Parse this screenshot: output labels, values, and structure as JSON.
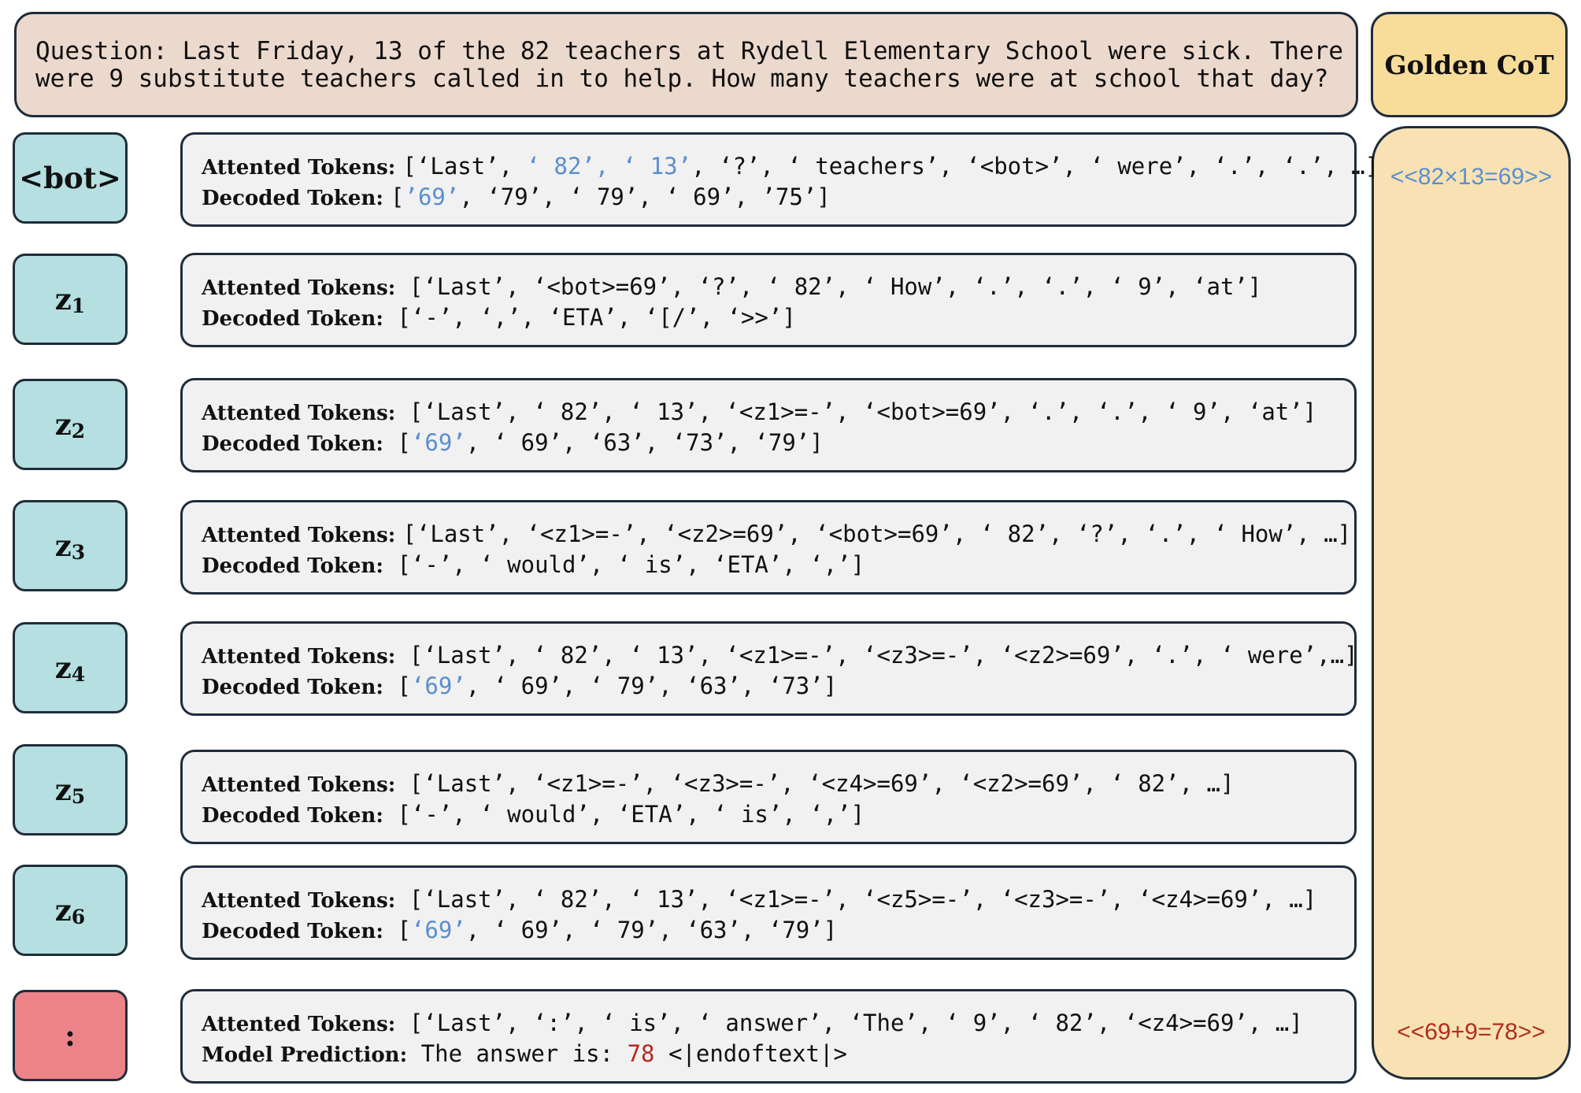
{
  "question": {
    "line1": "Question: Last Friday, 13 of the 82 teachers at Rydell Elementary School were sick. There",
    "line2": "were 9 substitute teachers called in to help. How many teachers were at school that day?"
  },
  "golden_cot": {
    "title": "Golden CoT",
    "step1": "<<82×13=69>>",
    "step2": "<<69+9=78>>"
  },
  "labels": {
    "attended": "Attented Tokens",
    "decoded": "Decoded Token",
    "prediction": "Model Prediction:"
  },
  "colors": {
    "highlight_blue": "#5b8fce",
    "highlight_red": "#b32b1e"
  },
  "rows": [
    {
      "node": {
        "base": "<bot>",
        "sub": ""
      },
      "attended_pre": "[‘Last’, ",
      "attended_hl": "‘ 82’, ‘ 13’",
      "attended_post": ", ‘?’, ‘ teachers’, ‘<bot>’, ‘ were’, ‘.’, ‘.’, …]",
      "decoded_pre": "[",
      "decoded_hl": "’69’",
      "decoded_post": ", ‘79’, ‘ 79’, ‘ 69’, ’75’]"
    },
    {
      "node": {
        "base": "z",
        "sub": "1"
      },
      "attended_pre": "[‘Last’, ‘<bot>=69’, ‘?’, ‘ 82’, ‘ How’, ‘.’, ‘.’, ‘ 9’, ‘at’]",
      "attended_hl": "",
      "attended_post": "",
      "decoded_pre": "[‘-’, ‘,’, ‘ETA’, ‘[/’, ‘>>’]",
      "decoded_hl": "",
      "decoded_post": ""
    },
    {
      "node": {
        "base": "z",
        "sub": "2"
      },
      "attended_pre": "[‘Last’, ‘ 82’, ‘ 13’, ‘<z1>=-’, ‘<bot>=69’, ‘.’, ‘.’, ‘ 9’, ‘at’]",
      "attended_hl": "",
      "attended_post": "",
      "decoded_pre": "[",
      "decoded_hl": "‘69’",
      "decoded_post": ", ‘ 69’, ‘63’, ‘73’, ‘79’]"
    },
    {
      "node": {
        "base": "z",
        "sub": "3"
      },
      "attended_pre": "[‘Last’, ‘<z1>=-’, ‘<z2>=69’, ‘<bot>=69’, ‘ 82’, ‘?’, ‘.’, ‘ How’, …]",
      "attended_hl": "",
      "attended_post": "",
      "decoded_pre": "[‘-’, ‘ would’, ‘ is’, ‘ETA’, ‘,’]",
      "decoded_hl": "",
      "decoded_post": ""
    },
    {
      "node": {
        "base": "z",
        "sub": "4"
      },
      "attended_pre": "[‘Last’, ‘ 82’, ‘ 13’, ‘<z1>=-’, ‘<z3>=-’, ‘<z2>=69’, ‘.’, ‘ were’,…]",
      "attended_hl": "",
      "attended_post": "",
      "decoded_pre": "[",
      "decoded_hl": "‘69’",
      "decoded_post": ", ‘ 69’, ‘ 79’, ‘63’, ‘73’]"
    },
    {
      "node": {
        "base": "z",
        "sub": "5"
      },
      "attended_pre": "[‘Last’, ‘<z1>=-’, ‘<z3>=-’, ‘<z4>=69’, ‘<z2>=69’, ‘ 82’, …]",
      "attended_hl": "",
      "attended_post": "",
      "decoded_pre": "[‘-’, ‘ would’, ‘ETA’, ‘ is’, ‘,’]",
      "decoded_hl": "",
      "decoded_post": ""
    },
    {
      "node": {
        "base": "z",
        "sub": "6"
      },
      "attended_pre": "[‘Last’, ‘ 82’, ‘ 13’, ‘<z1>=-’, ‘<z5>=-’, ‘<z3>=-’, ‘<z4>=69’, …]",
      "attended_hl": "",
      "attended_post": "",
      "decoded_pre": "[",
      "decoded_hl": "‘69’",
      "decoded_post": ", ‘ 69’, ‘ 79’, ‘63’, ‘79’]"
    }
  ],
  "final": {
    "node": ":",
    "attended": "[‘Last’, ‘:’, ‘ is’, ‘ answer’, ‘The’, ‘ 9’, ‘ 82’, ‘<z4>=69’, …]",
    "prediction_pre": "The answer is: ",
    "prediction_value": "78",
    "prediction_post": " <|endoftext|>"
  }
}
